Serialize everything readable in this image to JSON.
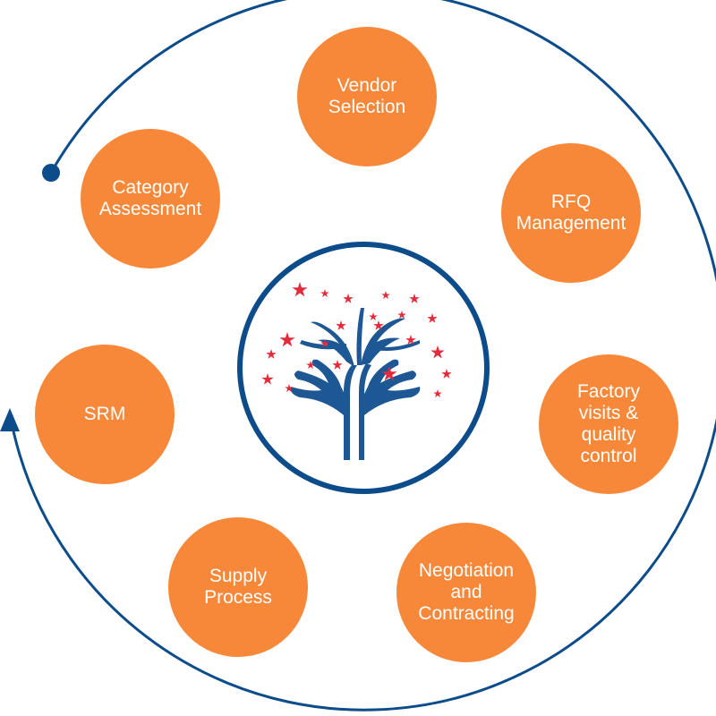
{
  "colors": {
    "stage_fill": "#f78839",
    "stage_text": "#ffffff",
    "cycle_stroke": "#0d4c8a",
    "tree_blue": "#1d5894",
    "star_red": "#e22b3b"
  },
  "cycle": {
    "direction": "clockwise",
    "start_marker": "dot",
    "end_marker": "arrowhead"
  },
  "center_icon": "tree-with-hands-and-stars-icon",
  "stages": [
    {
      "id": "vendor-selection",
      "label": "Vendor\nSelection"
    },
    {
      "id": "rfq-management",
      "label": "RFQ\nManagement"
    },
    {
      "id": "factory-visits-quality-control",
      "label": "Factory\nvisits &\nquality\ncontrol"
    },
    {
      "id": "negotiation-contracting",
      "label": "Negotiation\nand\nContracting"
    },
    {
      "id": "supply-process",
      "label": "Supply\nProcess"
    },
    {
      "id": "srm",
      "label": "SRM"
    },
    {
      "id": "category-assessment",
      "label": "Category\nAssessment"
    }
  ]
}
